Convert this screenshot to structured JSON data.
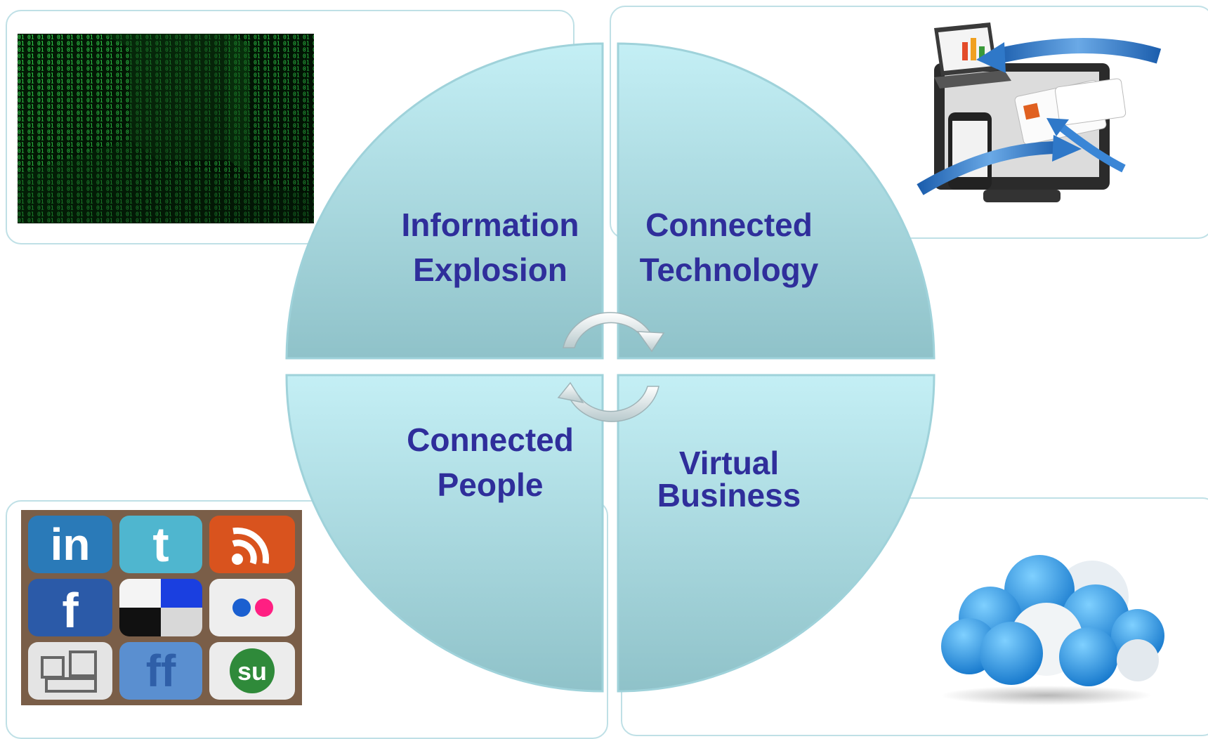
{
  "quadrants": {
    "top_left": {
      "line1": "Information",
      "line2": "Explosion"
    },
    "top_right": {
      "line1": "Connected",
      "line2": "Technology"
    },
    "bottom_left": {
      "line1": "Connected",
      "line2": "People"
    },
    "bottom_right": {
      "line1": "Virtual",
      "line2": "Business"
    }
  },
  "images": {
    "binary_code": "binary-matrix-image",
    "devices": "connected-devices-image",
    "social_icons": [
      "linkedin-icon",
      "twitter-icon",
      "rss-icon",
      "facebook-icon",
      "delicious-icon",
      "flickr-icon",
      "myspace-icon",
      "friendfeed-icon",
      "stumbleupon-icon"
    ],
    "cloud": "cloud-image"
  },
  "colors": {
    "label": "#2f2e9b",
    "quadrant_top": "#bfecf2",
    "quadrant_bottom": "#8fc3cb",
    "frame": "#bfe0e6"
  }
}
